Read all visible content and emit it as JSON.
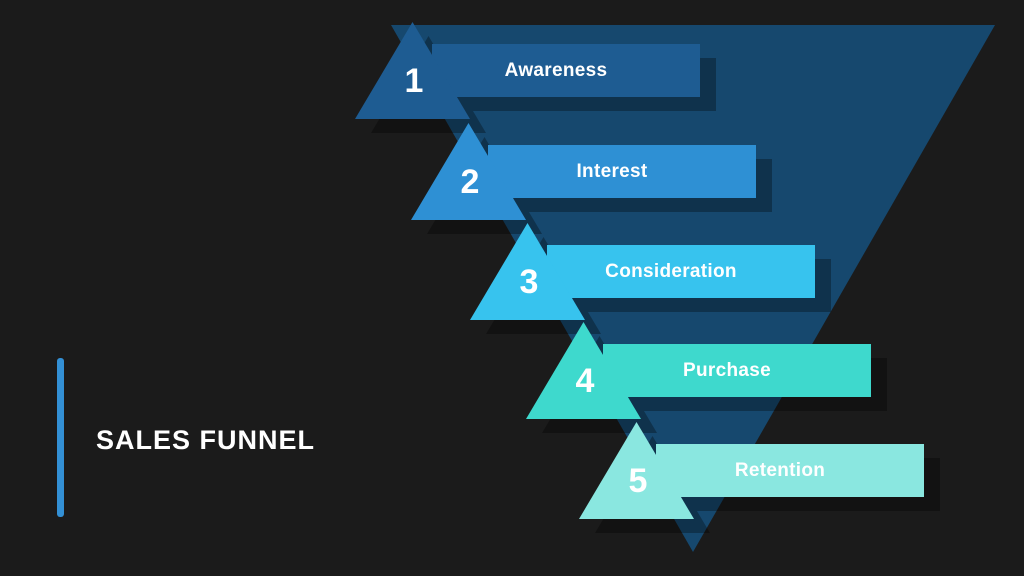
{
  "slide": {
    "title": "SALES FUNNEL",
    "background_color": "#1b1b1b",
    "accent_color": "#3390d5",
    "funnel_triangle_color": "#16486e",
    "text_color": "#ffffff"
  },
  "funnel": {
    "type": "funnel",
    "steps": [
      {
        "number": "1",
        "label": "Awareness",
        "color": "#1e5c92"
      },
      {
        "number": "2",
        "label": "Interest",
        "color": "#2e90d4"
      },
      {
        "number": "3",
        "label": "Consideration",
        "color": "#37c3ee"
      },
      {
        "number": "4",
        "label": "Purchase",
        "color": "#3ed9cd"
      },
      {
        "number": "5",
        "label": "Retention",
        "color": "#8ae7e0"
      }
    ]
  }
}
